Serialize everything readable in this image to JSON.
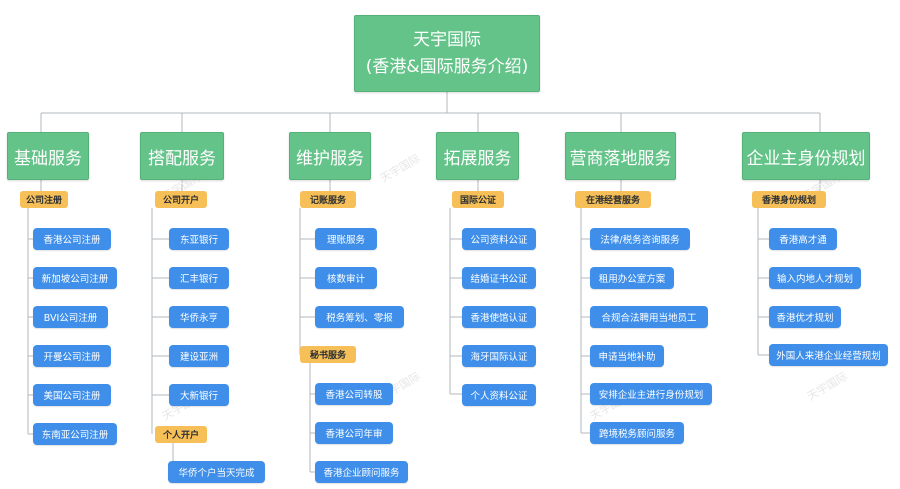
{
  "root": {
    "line1": "天宇国际",
    "line2": "(香港&国际服务介绍)"
  },
  "categories": [
    {
      "label": "基础服务",
      "groups": [
        {
          "label": "公司注册",
          "items": [
            "香港公司注册",
            "新加坡公司注册",
            "BVI公司注册",
            "开曼公司注册",
            "美国公司注册",
            "东南亚公司注册"
          ]
        }
      ]
    },
    {
      "label": "搭配服务",
      "groups": [
        {
          "label": "公司开户",
          "items": [
            "东亚银行",
            "汇丰银行",
            "华侨永亨",
            "建设亚洲",
            "大新银行"
          ]
        },
        {
          "label": "个人开户",
          "items": [
            "华侨个户当天完成"
          ]
        }
      ]
    },
    {
      "label": "维护服务",
      "groups": [
        {
          "label": "记账服务",
          "items": [
            "理账服务",
            "核数审计",
            "税务筹划、零报"
          ]
        },
        {
          "label": "秘书服务",
          "items": [
            "香港公司转股",
            "香港公司年审",
            "香港企业顾问服务"
          ]
        }
      ]
    },
    {
      "label": "拓展服务",
      "groups": [
        {
          "label": "国际公证",
          "items": [
            "公司资料公证",
            "结婚证书公证",
            "香港使馆认证",
            "海牙国际认证",
            "个人资料公证"
          ]
        }
      ]
    },
    {
      "label": "营商落地服务",
      "groups": [
        {
          "label": "在港经营服务",
          "items": [
            "法律/税务咨询服务",
            "租用办公室方案",
            "合规合法聘用当地员工",
            "申请当地补助",
            "安排企业主进行身份规划",
            "跨境税务顾问服务"
          ]
        }
      ]
    },
    {
      "label": "企业主身份规划",
      "groups": [
        {
          "label": "香港身份规划",
          "items": [
            "香港高才通",
            "输入内地人才规划",
            "香港优才规划",
            "外国人来港企业经营规划"
          ]
        }
      ]
    }
  ],
  "watermark": "天宇国际"
}
